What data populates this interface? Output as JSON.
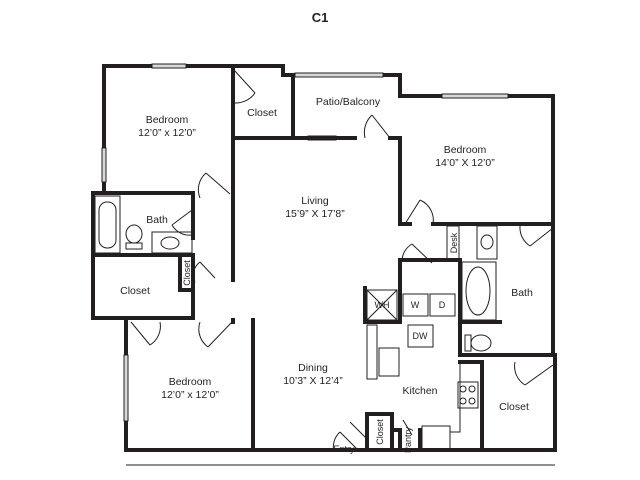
{
  "title": "C1",
  "rooms": {
    "bedroom_nw": {
      "name": "Bedroom",
      "size": "12’0” x 12’0”"
    },
    "closet_nw": {
      "name": "Closet"
    },
    "patio": {
      "name": "Patio/Balcony"
    },
    "bedroom_ne": {
      "name": "Bedroom",
      "size": "14’0” X 12’0”"
    },
    "living": {
      "name": "Living",
      "size": "15’9” X 17’8”"
    },
    "bath_w": {
      "name": "Bath"
    },
    "closet_w": {
      "name": "Closet"
    },
    "closet_small": {
      "name": "Closet"
    },
    "bedroom_sw": {
      "name": "Bedroom",
      "size": "12’0” x 12’0”"
    },
    "dining": {
      "name": "Dining",
      "size": "10’3” X 12’4”"
    },
    "kitchen": {
      "name": "Kitchen"
    },
    "bath_e": {
      "name": "Bath"
    },
    "closet_se": {
      "name": "Closet"
    },
    "desk": {
      "name": "Desk"
    },
    "entry": {
      "name": "Entry"
    },
    "closet_entry": {
      "name": "Closet"
    },
    "pantry": {
      "name": "Pantry"
    }
  },
  "appliances": {
    "water_heater": "WH",
    "washer": "W",
    "dryer": "D",
    "dishwasher": "DW"
  },
  "colors": {
    "wall": "#231f20",
    "window": "#d8d8d8"
  }
}
